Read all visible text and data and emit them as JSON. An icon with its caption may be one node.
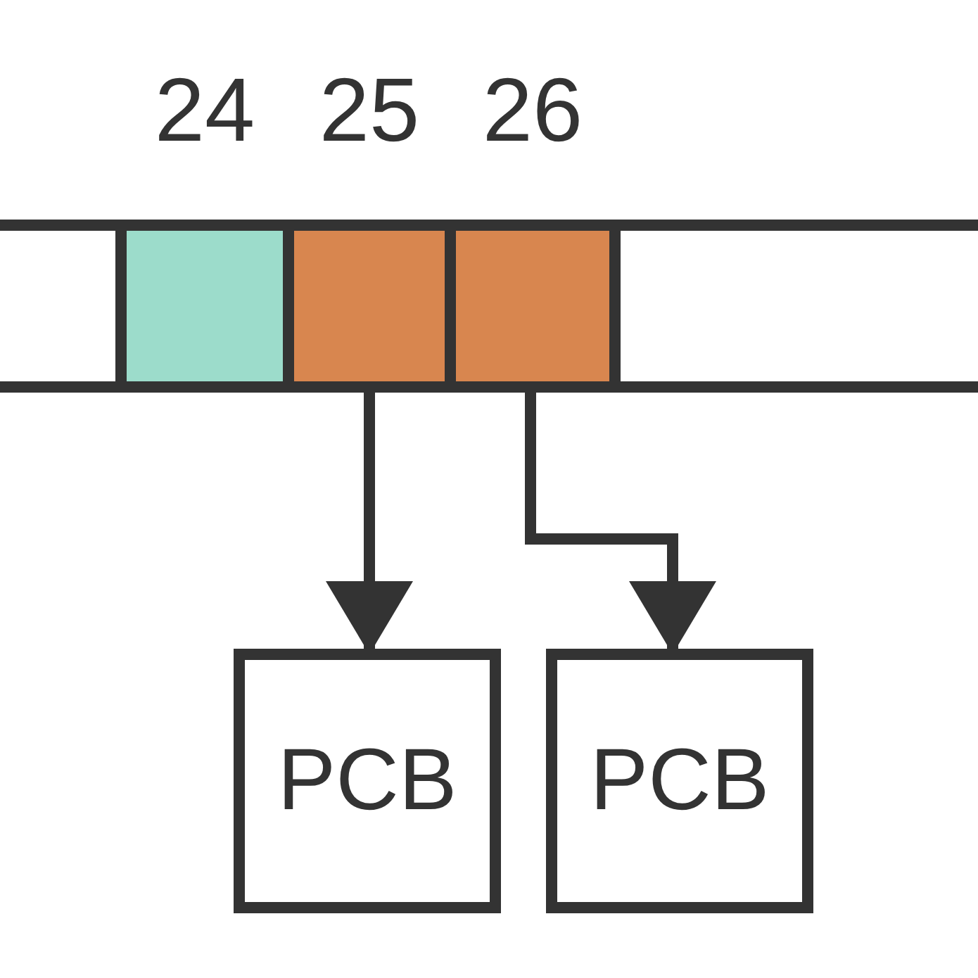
{
  "diagram": {
    "nodes": [
      {
        "text": [
          "24"
        ]
      },
      {
        "text": [
          "25"
        ]
      },
      {
        "text": [
          "26"
        ]
      },
      {
        "text": [
          "PCB"
        ]
      },
      {
        "text": [
          "PCB"
        ]
      }
    ],
    "edges": [
      {
        "from": 1,
        "to": 3,
        "arrow": "to"
      },
      {
        "from": 2,
        "to": 4,
        "arrow": "to"
      }
    ]
  }
}
